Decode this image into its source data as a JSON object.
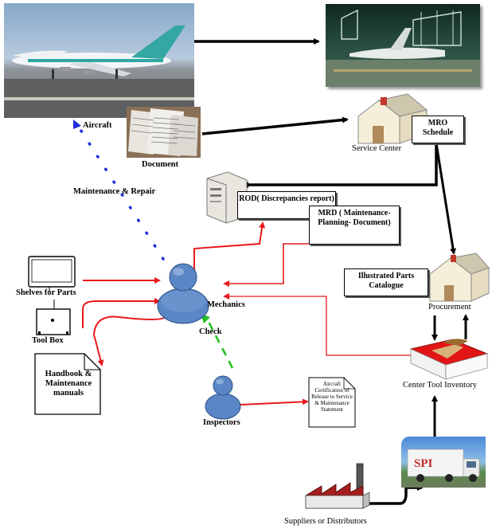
{
  "labels": {
    "aircraft": "Aircraft",
    "document": "Document",
    "maintenance_repair": "Maintenance & Repair",
    "service_center": "Service Center",
    "mro_schedule": "MRO Schedule",
    "rod": "ROD( Discrepancies report)",
    "mrd": "MRD ( Maintenance- Planning- Document)",
    "shelves": "Shelves for Parts",
    "tool_box": "Tool Box",
    "mechanics": "Mechanics",
    "check": "Check",
    "handbook": "Handbook & Maintenance manuals",
    "inspectors": "Inspectors",
    "aircraft_cert": "Aircraft Certification of Release to Service & Maintenance Statement",
    "illustrated_parts": "Illustrated Parts Catalogue",
    "procurement": "Procurement",
    "center_tool": "Center Tool Inventory",
    "suppliers": "Suppliers or Distributors",
    "truck_logo": "SPI"
  },
  "colors": {
    "red_arrow": "#e8191c",
    "blue_dots": "#1c2fd6",
    "green_arrow": "#22c01d",
    "person_blue": "#5a86c5",
    "house_wall": "#f5efd9",
    "house_roof": "#cfc7ad",
    "factory_red": "#a51e1e"
  }
}
